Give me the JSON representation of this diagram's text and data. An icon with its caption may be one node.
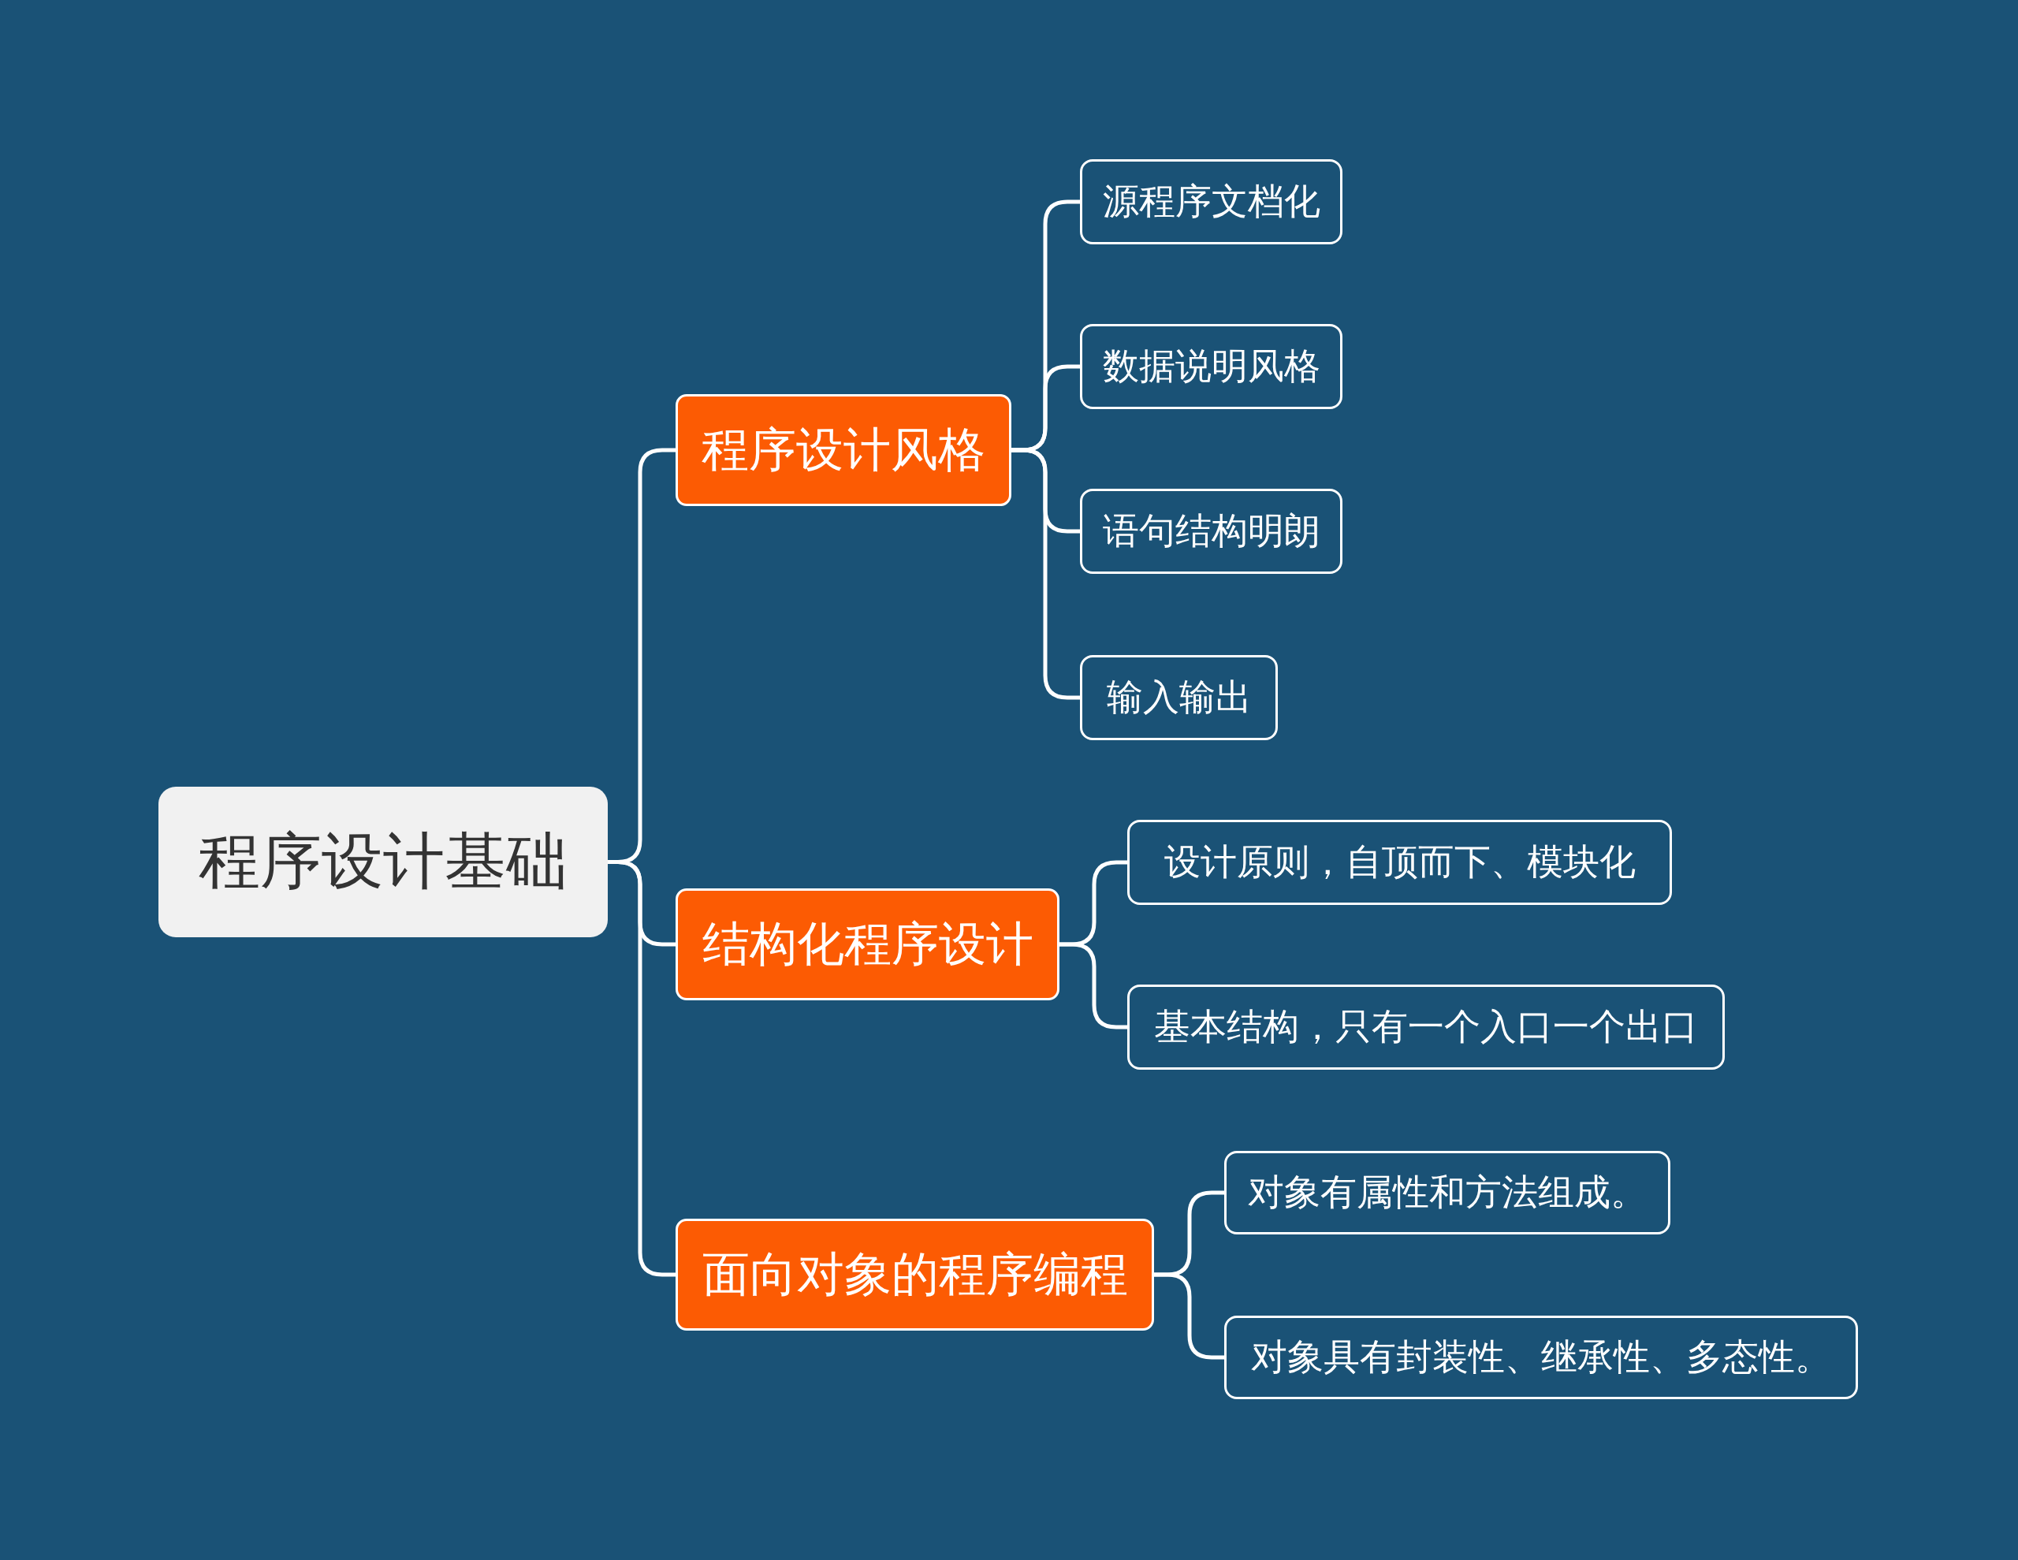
{
  "diagram": {
    "nodes": [
      {
        "text": [
          "程序设计基础"
        ]
      },
      {
        "text": [
          "程序设计风格"
        ]
      },
      {
        "text": [
          "源程序文档化"
        ]
      },
      {
        "text": [
          "数据说明风格"
        ]
      },
      {
        "text": [
          "语句结构明朗"
        ]
      },
      {
        "text": [
          "输入输出"
        ]
      },
      {
        "text": [
          "结构化程序设计"
        ]
      },
      {
        "text": [
          "设计原则，自顶而下、模块化"
        ]
      },
      {
        "text": [
          "基本结构，只有一个入口一个出口"
        ]
      },
      {
        "text": [
          "面向对象的程序编程"
        ]
      },
      {
        "text": [
          "对象有属性和方法组成。"
        ]
      },
      {
        "text": [
          "对象具有封装性、继承性、多态性。"
        ]
      }
    ],
    "edges": [
      {
        "from": 0,
        "to": 1,
        "arrow": "none"
      },
      {
        "from": 0,
        "to": 6,
        "arrow": "none"
      },
      {
        "from": 0,
        "to": 9,
        "arrow": "none"
      },
      {
        "from": 1,
        "to": 2,
        "arrow": "none"
      },
      {
        "from": 1,
        "to": 3,
        "arrow": "none"
      },
      {
        "from": 1,
        "to": 4,
        "arrow": "none"
      },
      {
        "from": 1,
        "to": 5,
        "arrow": "none"
      },
      {
        "from": 6,
        "to": 7,
        "arrow": "none"
      },
      {
        "from": 6,
        "to": 8,
        "arrow": "none"
      },
      {
        "from": 9,
        "to": 10,
        "arrow": "none"
      },
      {
        "from": 9,
        "to": 11,
        "arrow": "none"
      }
    ]
  }
}
